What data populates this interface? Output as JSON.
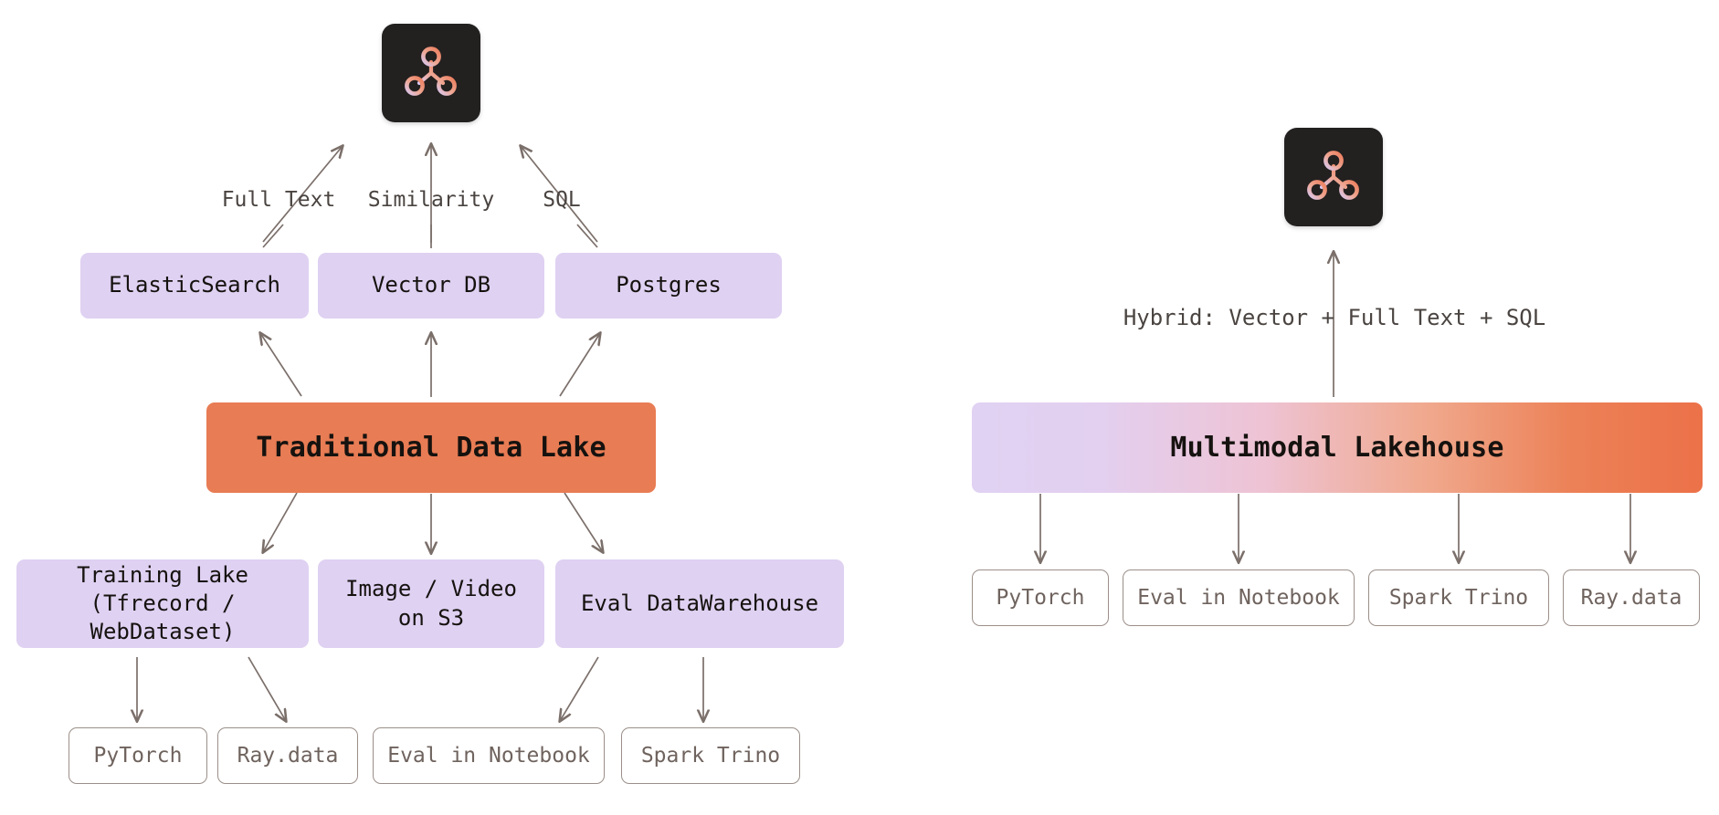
{
  "page": {
    "background": "#ffffff",
    "title_text_color": "#15120f",
    "arrow_color": "#7b6f6a",
    "purple_fill": "#dfd1f2",
    "orange_fill": "#e87c54",
    "outline_color": "#9b8f89",
    "outline_text_color": "#6f635e",
    "badge_bg": "#232020"
  },
  "left_diagram": {
    "logo": {
      "name": "lancedb-logo-badge",
      "alt": "three-node graph logo"
    },
    "query_labels": [
      {
        "text": "Full Text"
      },
      {
        "text": "Similarity"
      },
      {
        "text": "SQL"
      }
    ],
    "engines": [
      {
        "label": "ElasticSearch"
      },
      {
        "label": "Vector DB"
      },
      {
        "label": "Postgres"
      }
    ],
    "core": {
      "label": "Traditional Data Lake"
    },
    "storage": [
      {
        "label": "Training Lake\n(Tfrecord / WebDataset)"
      },
      {
        "label": "Image / Video\non S3"
      },
      {
        "label": "Eval DataWarehouse"
      }
    ],
    "consumers": [
      {
        "label": "PyTorch"
      },
      {
        "label": "Ray.data"
      },
      {
        "label": "Eval in Notebook"
      },
      {
        "label": "Spark Trino"
      }
    ]
  },
  "right_diagram": {
    "logo": {
      "name": "lancedb-logo-badge",
      "alt": "three-node graph logo"
    },
    "query_label": {
      "text": "Hybrid: Vector + Full Text + SQL"
    },
    "core": {
      "label": "Multimodal Lakehouse"
    },
    "consumers": [
      {
        "label": "PyTorch"
      },
      {
        "label": "Eval in Notebook"
      },
      {
        "label": "Spark Trino"
      },
      {
        "label": "Ray.data"
      }
    ]
  }
}
